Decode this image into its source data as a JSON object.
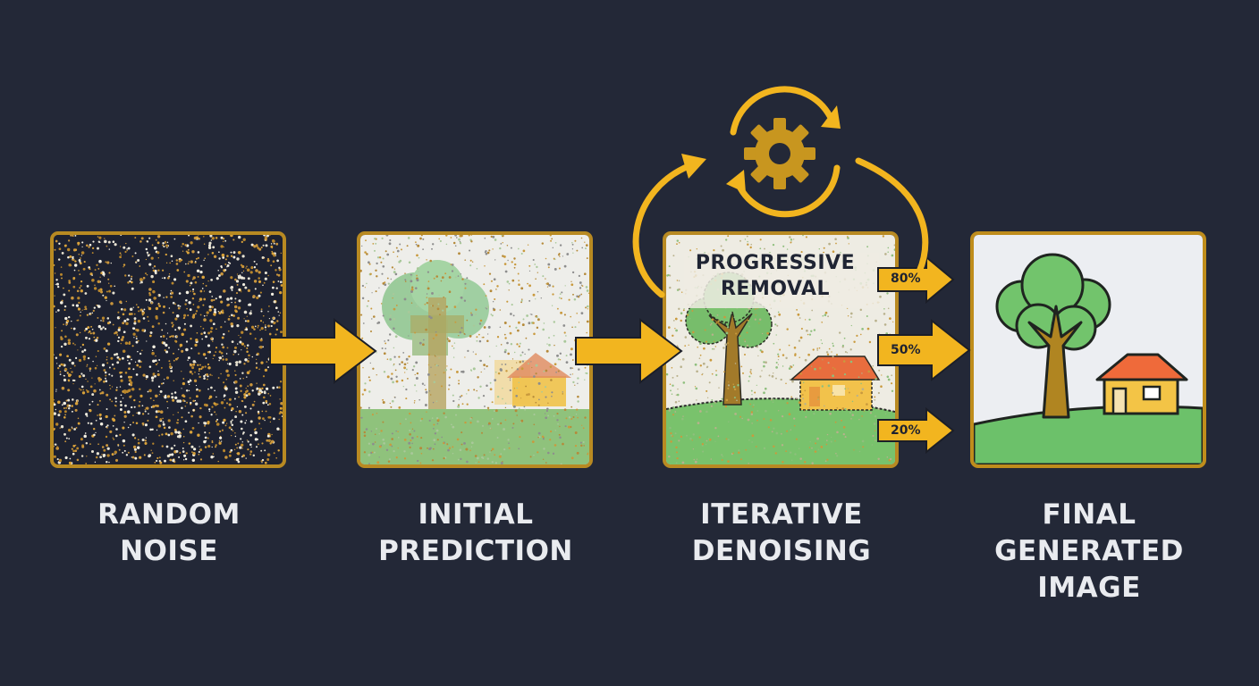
{
  "stages": [
    {
      "id": "noise",
      "caption": "RANDOM\nNOISE"
    },
    {
      "id": "initial",
      "caption": "INITIAL\nPREDICTION"
    },
    {
      "id": "iterative",
      "caption": "ITERATIVE\nDENOISING"
    },
    {
      "id": "final",
      "caption": "FINAL\nGENERATED\nIMAGE"
    }
  ],
  "iterative_overlay_label": "PROGRESSIVE\nREMOVAL",
  "noise_levels": [
    "80%",
    "50%",
    "20%"
  ],
  "loop_icon": "gear-icon",
  "colors": {
    "background": "#232837",
    "accent": "#f2b51f",
    "frame": "#b88a22",
    "caption_text": "#e9ebef",
    "tree_green": "#72c46c",
    "trunk": "#b08521",
    "roof": "#ef6a3a",
    "house_wall": "#f3c446",
    "grass": "#6cc16a",
    "sky": "#eceef2"
  }
}
